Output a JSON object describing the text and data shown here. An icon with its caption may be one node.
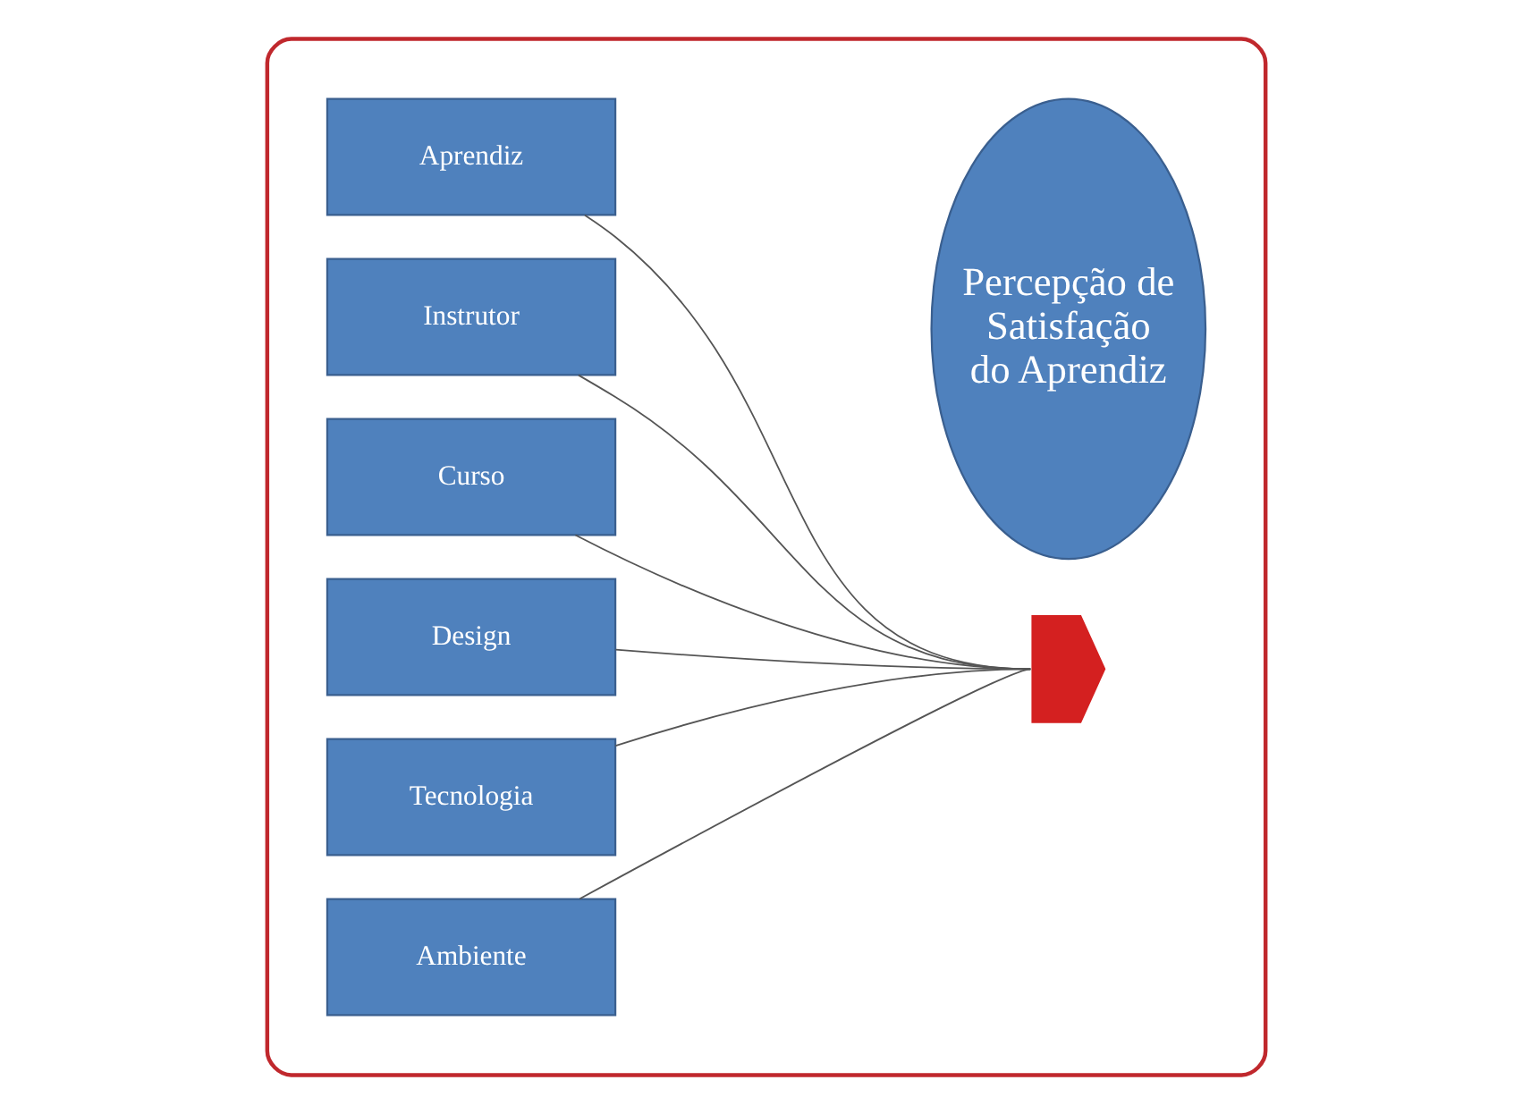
{
  "diagram": {
    "nodes": [
      {
        "text": [],
        "shape": "box"
      },
      {
        "text": [
          "Aprendiz"
        ],
        "in": 0
      },
      {
        "text": [
          "Instrutor"
        ],
        "in": 0
      },
      {
        "text": [
          "Curso"
        ],
        "in": 0
      },
      {
        "text": [
          "Design"
        ],
        "in": 0
      },
      {
        "text": [
          "Tecnologia"
        ],
        "in": 0
      },
      {
        "text": [
          "Ambiente"
        ],
        "in": 0
      },
      {
        "text": [],
        "shape": "chevron",
        "in": 0
      },
      {
        "text": [
          "Percepção de Satisfação do Aprendiz"
        ],
        "in": 0
      }
    ],
    "edges": [
      {
        "from": 1,
        "to": 7,
        "arrow": "none"
      },
      {
        "from": 2,
        "to": 7,
        "arrow": "none"
      },
      {
        "from": 3,
        "to": 7,
        "arrow": "none"
      },
      {
        "from": 4,
        "to": 7,
        "arrow": "none"
      },
      {
        "from": 5,
        "to": 7,
        "arrow": "none"
      },
      {
        "from": 6,
        "to": 7,
        "arrow": "none"
      }
    ]
  }
}
